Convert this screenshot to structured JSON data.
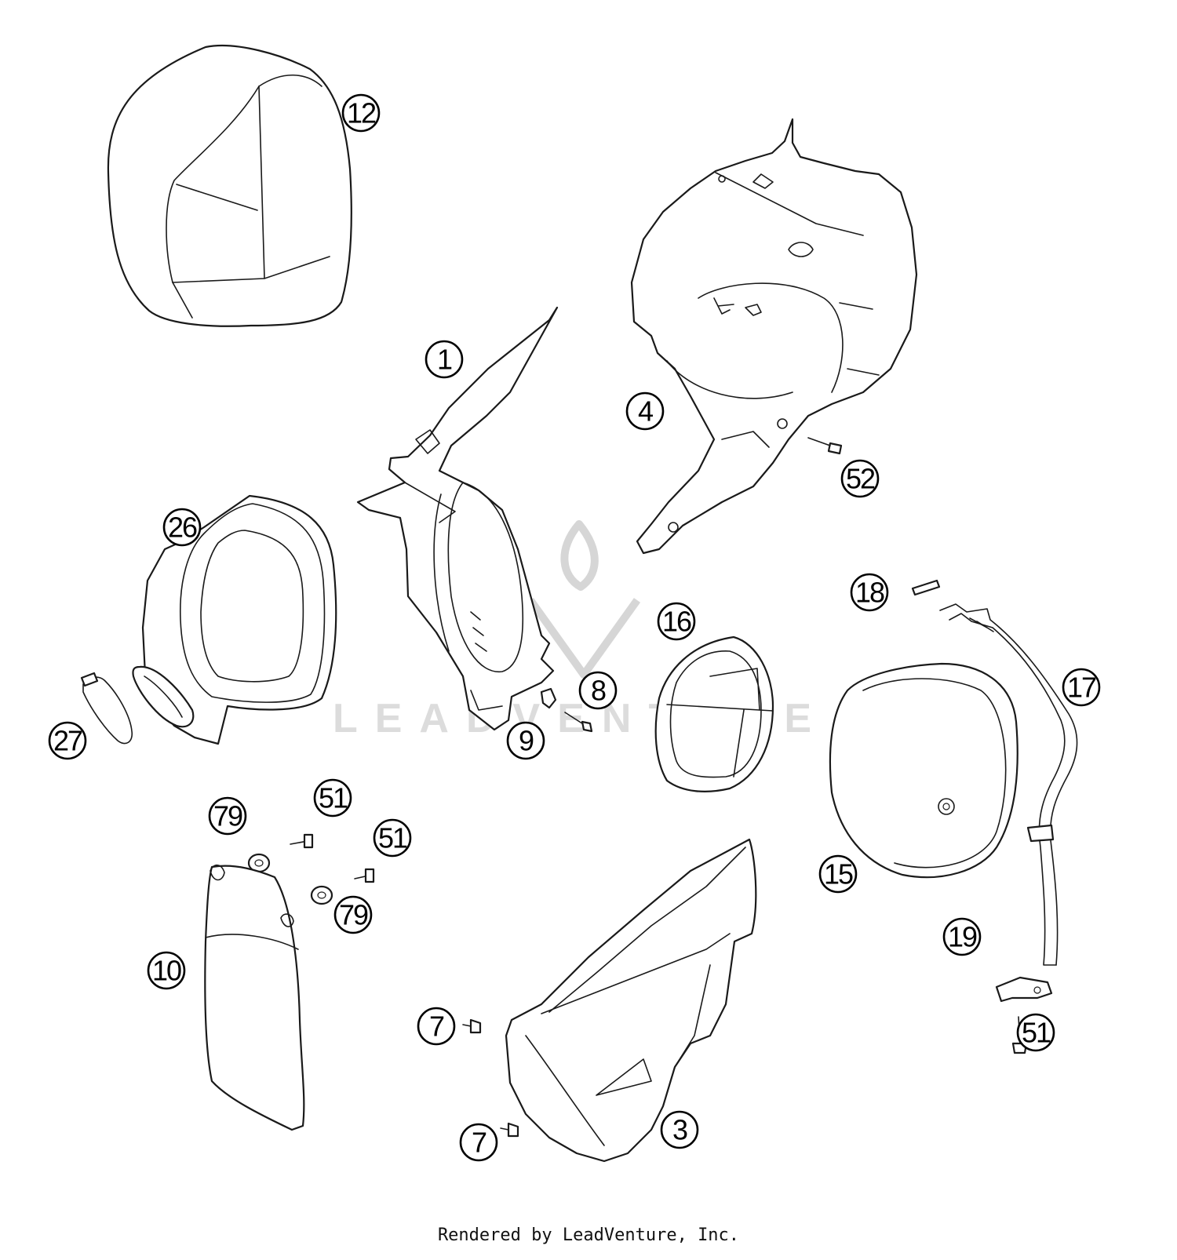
{
  "diagram": {
    "callouts": [
      {
        "id": "12",
        "label": "12"
      },
      {
        "id": "1",
        "label": "1"
      },
      {
        "id": "4",
        "label": "4"
      },
      {
        "id": "52",
        "label": "52"
      },
      {
        "id": "26",
        "label": "26"
      },
      {
        "id": "27",
        "label": "27"
      },
      {
        "id": "8",
        "label": "8"
      },
      {
        "id": "9",
        "label": "9"
      },
      {
        "id": "16",
        "label": "16"
      },
      {
        "id": "18",
        "label": "18"
      },
      {
        "id": "17",
        "label": "17"
      },
      {
        "id": "15",
        "label": "15"
      },
      {
        "id": "79a",
        "label": "79"
      },
      {
        "id": "51a",
        "label": "51"
      },
      {
        "id": "51b",
        "label": "51"
      },
      {
        "id": "79b",
        "label": "79"
      },
      {
        "id": "10",
        "label": "10"
      },
      {
        "id": "19",
        "label": "19"
      },
      {
        "id": "51c",
        "label": "51"
      },
      {
        "id": "7a",
        "label": "7"
      },
      {
        "id": "7b",
        "label": "7"
      },
      {
        "id": "3",
        "label": "3"
      }
    ]
  },
  "watermark": {
    "text": "LEADVENTURE"
  },
  "footer": {
    "credit": "Rendered by LeadVenture, Inc."
  }
}
